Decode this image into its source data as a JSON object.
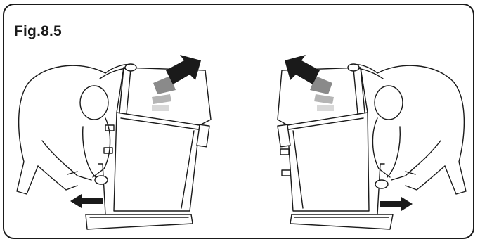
{
  "figure": {
    "label": "Fig.8.5"
  },
  "colors": {
    "ink": "#1a1a1a",
    "arrow_dark": "#1a1a1a",
    "arrow_mid": "#8a8a8a",
    "arrow_light": "#b5b5b5",
    "arrow_lightest": "#d8d8d8"
  },
  "illustration": {
    "left_panel": "person-tilting-appliance-right",
    "right_panel": "person-tilting-appliance-left"
  }
}
